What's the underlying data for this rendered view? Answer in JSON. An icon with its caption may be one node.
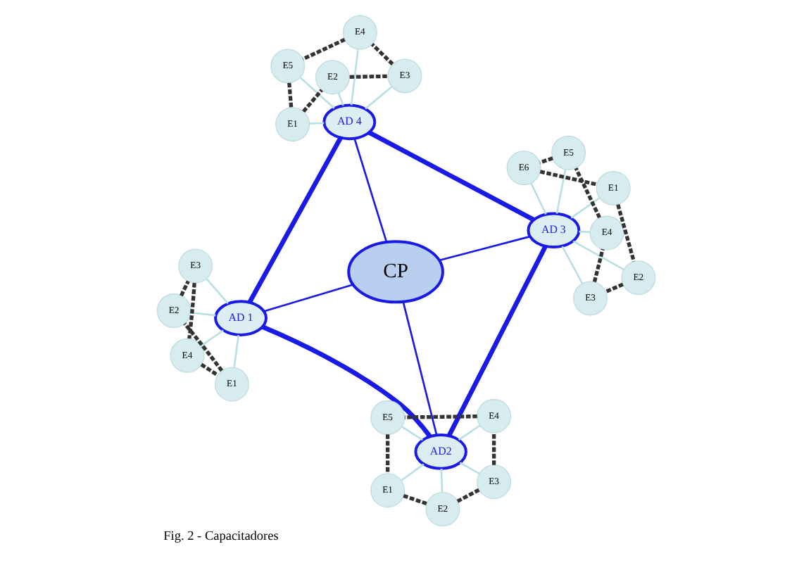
{
  "diagram": {
    "caption": "Fig. 2 - Capacitadores",
    "nodes": [
      {
        "text": [
          "CP"
        ]
      },
      {
        "text": [
          "AD 1"
        ]
      },
      {
        "text": [
          "E1"
        ]
      },
      {
        "text": [
          "E2"
        ]
      },
      {
        "text": [
          "E3"
        ]
      },
      {
        "text": [
          "E4"
        ]
      },
      {
        "text": [
          "AD2"
        ]
      },
      {
        "text": [
          "E1"
        ]
      },
      {
        "text": [
          "E2"
        ]
      },
      {
        "text": [
          "E3"
        ]
      },
      {
        "text": [
          "E4"
        ]
      },
      {
        "text": [
          "E5"
        ]
      },
      {
        "text": [
          "AD 3"
        ]
      },
      {
        "text": [
          "E1"
        ]
      },
      {
        "text": [
          "E2"
        ]
      },
      {
        "text": [
          "E3"
        ]
      },
      {
        "text": [
          "E4"
        ]
      },
      {
        "text": [
          "E5"
        ]
      },
      {
        "text": [
          "E6"
        ]
      },
      {
        "text": [
          "AD 4"
        ]
      },
      {
        "text": [
          "E1"
        ]
      },
      {
        "text": [
          "E2"
        ]
      },
      {
        "text": [
          "E3"
        ]
      },
      {
        "text": [
          "E4"
        ]
      },
      {
        "text": [
          "E5"
        ]
      }
    ],
    "edges": [
      {
        "from": 0,
        "to": 1,
        "arrow": "none",
        "color": "#1a1ae6"
      },
      {
        "from": 0,
        "to": 6,
        "arrow": "none",
        "color": "#1a1ae6"
      },
      {
        "from": 0,
        "to": 12,
        "arrow": "none",
        "color": "#1a1ae6"
      },
      {
        "from": 0,
        "to": 19,
        "arrow": "none",
        "color": "#1a1ae6"
      },
      {
        "from": 1,
        "to": 6,
        "arrow": "none",
        "style": "thick",
        "color": "#1a1ae6"
      },
      {
        "from": 6,
        "to": 12,
        "arrow": "none",
        "style": "thick",
        "color": "#1a1ae6"
      },
      {
        "from": 12,
        "to": 19,
        "arrow": "none",
        "style": "thick",
        "color": "#1a1ae6"
      },
      {
        "from": 19,
        "to": 1,
        "arrow": "none",
        "style": "thick",
        "color": "#1a1ae6"
      },
      {
        "from": 1,
        "to": 2,
        "arrow": "none",
        "color": "#b9e0e6"
      },
      {
        "from": 1,
        "to": 3,
        "arrow": "none",
        "color": "#b9e0e6"
      },
      {
        "from": 1,
        "to": 4,
        "arrow": "none",
        "color": "#b9e0e6"
      },
      {
        "from": 1,
        "to": 5,
        "arrow": "none",
        "color": "#b9e0e6"
      },
      {
        "from": 2,
        "to": 3,
        "arrow": "none",
        "style": "dashed",
        "color": "#333333"
      },
      {
        "from": 3,
        "to": 4,
        "arrow": "none",
        "style": "dashed",
        "color": "#333333"
      },
      {
        "from": 4,
        "to": 5,
        "arrow": "none",
        "style": "dashed",
        "color": "#333333"
      },
      {
        "from": 5,
        "to": 2,
        "arrow": "none",
        "style": "dashed",
        "color": "#333333"
      },
      {
        "from": 6,
        "to": 7,
        "arrow": "none",
        "color": "#b9e0e6"
      },
      {
        "from": 6,
        "to": 8,
        "arrow": "none",
        "color": "#b9e0e6"
      },
      {
        "from": 6,
        "to": 9,
        "arrow": "none",
        "color": "#b9e0e6"
      },
      {
        "from": 6,
        "to": 10,
        "arrow": "none",
        "color": "#b9e0e6"
      },
      {
        "from": 6,
        "to": 11,
        "arrow": "none",
        "color": "#b9e0e6"
      },
      {
        "from": 7,
        "to": 8,
        "arrow": "none",
        "style": "dashed",
        "color": "#333333"
      },
      {
        "from": 8,
        "to": 9,
        "arrow": "none",
        "style": "dashed",
        "color": "#333333"
      },
      {
        "from": 9,
        "to": 10,
        "arrow": "none",
        "style": "dashed",
        "color": "#333333"
      },
      {
        "from": 10,
        "to": 11,
        "arrow": "none",
        "style": "dashed",
        "color": "#333333"
      },
      {
        "from": 11,
        "to": 7,
        "arrow": "none",
        "style": "dashed",
        "color": "#333333"
      },
      {
        "from": 12,
        "to": 13,
        "arrow": "none",
        "color": "#b9e0e6"
      },
      {
        "from": 12,
        "to": 14,
        "arrow": "none",
        "color": "#b9e0e6"
      },
      {
        "from": 12,
        "to": 15,
        "arrow": "none",
        "color": "#b9e0e6"
      },
      {
        "from": 12,
        "to": 16,
        "arrow": "none",
        "color": "#b9e0e6"
      },
      {
        "from": 12,
        "to": 17,
        "arrow": "none",
        "color": "#b9e0e6"
      },
      {
        "from": 12,
        "to": 18,
        "arrow": "none",
        "color": "#b9e0e6"
      },
      {
        "from": 13,
        "to": 14,
        "arrow": "none",
        "style": "dashed",
        "color": "#333333"
      },
      {
        "from": 14,
        "to": 15,
        "arrow": "none",
        "style": "dashed",
        "color": "#333333"
      },
      {
        "from": 15,
        "to": 16,
        "arrow": "none",
        "style": "dashed",
        "color": "#333333"
      },
      {
        "from": 16,
        "to": 17,
        "arrow": "none",
        "style": "dashed",
        "color": "#333333"
      },
      {
        "from": 17,
        "to": 18,
        "arrow": "none",
        "style": "dashed",
        "color": "#333333"
      },
      {
        "from": 18,
        "to": 13,
        "arrow": "none",
        "style": "dashed",
        "color": "#333333"
      },
      {
        "from": 19,
        "to": 20,
        "arrow": "none",
        "color": "#b9e0e6"
      },
      {
        "from": 19,
        "to": 21,
        "arrow": "none",
        "color": "#b9e0e6"
      },
      {
        "from": 19,
        "to": 22,
        "arrow": "none",
        "color": "#b9e0e6"
      },
      {
        "from": 19,
        "to": 23,
        "arrow": "none",
        "color": "#b9e0e6"
      },
      {
        "from": 19,
        "to": 24,
        "arrow": "none",
        "color": "#b9e0e6"
      },
      {
        "from": 20,
        "to": 21,
        "arrow": "none",
        "style": "dashed",
        "color": "#333333"
      },
      {
        "from": 21,
        "to": 22,
        "arrow": "none",
        "style": "dashed",
        "color": "#333333"
      },
      {
        "from": 22,
        "to": 23,
        "arrow": "none",
        "style": "dashed",
        "color": "#333333"
      },
      {
        "from": 23,
        "to": 24,
        "arrow": "none",
        "style": "dashed",
        "color": "#333333"
      },
      {
        "from": 24,
        "to": 20,
        "arrow": "none",
        "style": "dashed",
        "color": "#333333"
      }
    ]
  }
}
